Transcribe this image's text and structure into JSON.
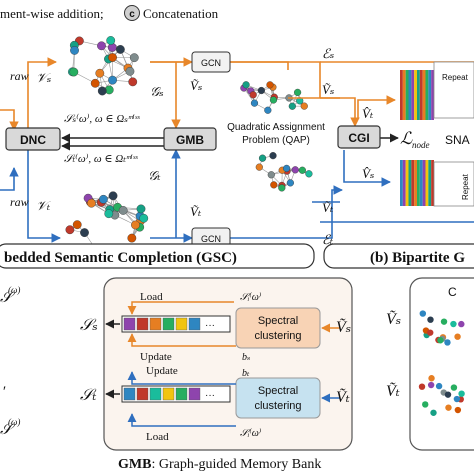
{
  "legend": {
    "addition_text": "ment-wise addition;",
    "concat_symbol": "c",
    "concat_text": "Concatenation"
  },
  "modules": {
    "dnc": "DNC",
    "gmb": "GMB",
    "cgi": "CGI",
    "gcn_top": "GCN",
    "gcn_bottom": "GCN",
    "qap_line1": "Quadratic Assignment",
    "qap_line2": "Problem (QAP)",
    "sna": "SNA",
    "repeat_top": "Repeat",
    "repeat_bottom": "Repeat"
  },
  "math": {
    "v_s": "𝒱ₛ",
    "v_t": "𝒱ₜ",
    "g_s": "𝒢ₛ",
    "g_t": "𝒢ₜ",
    "vtilde_s": "Ṽₛ",
    "vtilde_t": "Ṽₜ",
    "vhat_s": "V̂ₛ",
    "vhat_t": "V̂ₜ",
    "e_s": "ℰₛ",
    "e_t": "ℰₜ",
    "raw_sup": "raw",
    "s_s_miss": "𝒮ₛ⁽ω⁾, ω ∈ Ωₛᵐⁱˢˢ",
    "s_t_miss": "𝒮ₜ⁽ω⁾, ω ∈ Ωₜᵐⁱˢˢ",
    "l_node": "ℒ",
    "l_node_sub": "node"
  },
  "sections": {
    "gsc_title": "bedded Semantic Completion (GSC)",
    "bipartite_title": "(b) Bipartite G"
  },
  "gmb_panel": {
    "load_top": "Load",
    "update_top": "Update",
    "update_bottom": "Update",
    "load_bottom": "Load",
    "spectral_top_1": "Spectral",
    "spectral_top_2": "clustering",
    "spectral_bottom_1": "Spectral",
    "spectral_bottom_2": "clustering",
    "s_s": "𝒮ₛ",
    "s_t": "𝒮ₜ",
    "v_tilde_s": "Ṽₛ",
    "v_tilde_t": "Ṽₜ",
    "s_i_omega_top": "𝒮ᵢ⁽ω⁾",
    "s_i_omega_bottom": "𝒮ᵢ⁽ω⁾",
    "b_s": "bₛ",
    "b_t": "bₜ",
    "dots": "···",
    "caption_bold": "GMB",
    "caption_text": ": Graph-guided Memory Bank"
  },
  "right_panel": {
    "v_tilde_s": "Ṽₛ",
    "v_tilde_t": "Ṽₜ",
    "label_c": "C"
  },
  "left_column": {
    "s1": "𝒮",
    "s2": "𝒮",
    "s_omega_top": "(ω)",
    "s_omega_bottom": "(ω)",
    "prime": "′"
  },
  "colors": {
    "orange_arrow": "#e8872a",
    "blue_arrow": "#2f6fbf",
    "box_border": "#333333",
    "panel_fill": "#fbf4ee",
    "spectral_top_fill": "#f8d3b5",
    "spectral_bottom_fill": "#c6e2f0",
    "dark_arrow": "#222222"
  }
}
